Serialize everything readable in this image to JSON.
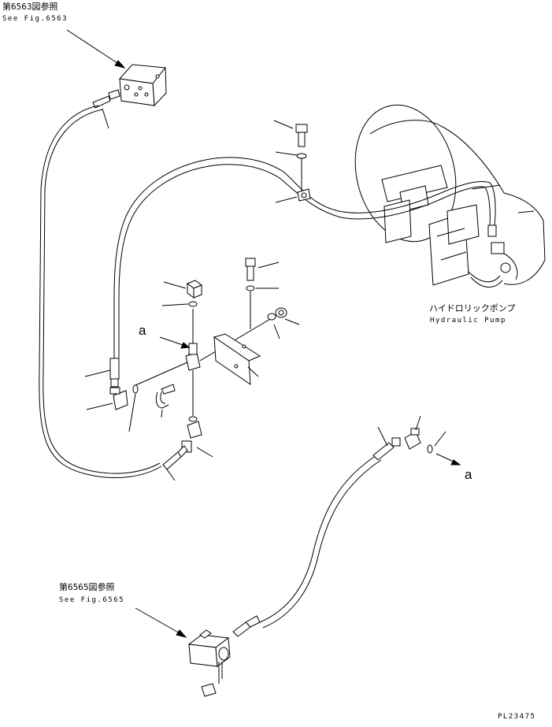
{
  "refs": {
    "top": {
      "jp": "第6563図参照",
      "en": "See Fig.6563"
    },
    "bottom": {
      "jp": "第6565図参照",
      "en": "See Fig.6565"
    }
  },
  "pump": {
    "jp": "ハイドロリックポンプ",
    "en": "Hydraulic Pump"
  },
  "markers": {
    "a_left": "a",
    "a_right": "a"
  },
  "drawing_no": "PL23475",
  "colors": {
    "line": "#000000",
    "background": "#ffffff"
  }
}
